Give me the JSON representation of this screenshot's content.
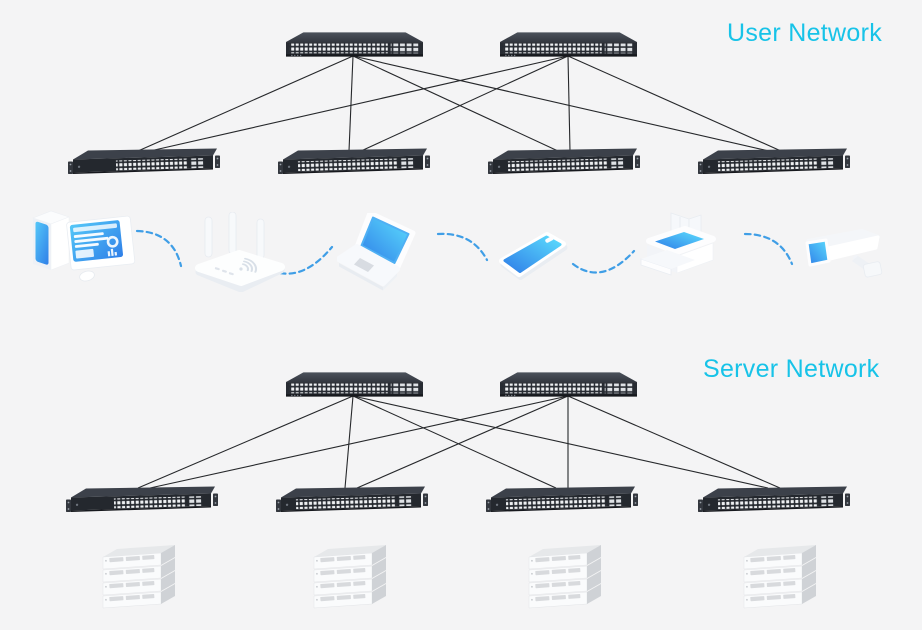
{
  "titles": {
    "user": "User Network",
    "server": "Server Network",
    "color": "#17c3e8"
  },
  "user_network": {
    "spine_switches": [
      "user-spine-switch-1",
      "user-spine-switch-2"
    ],
    "leaf_switches": [
      "user-leaf-switch-1",
      "user-leaf-switch-2",
      "user-leaf-switch-3",
      "user-leaf-switch-4"
    ],
    "topology": "full mesh - each spine switch links to all 4 leaf switches",
    "devices": [
      "desktop-computer",
      "wifi-router",
      "laptop",
      "smartphone",
      "printer",
      "cctv-camera"
    ]
  },
  "server_network": {
    "spine_switches": [
      "server-spine-switch-1",
      "server-spine-switch-2"
    ],
    "leaf_switches": [
      "server-leaf-switch-1",
      "server-leaf-switch-2",
      "server-leaf-switch-3",
      "server-leaf-switch-4"
    ],
    "topology": "full mesh - each spine switch links to all 4 leaf switches",
    "server_stacks": 4,
    "servers_per_stack": 4
  },
  "colors": {
    "background": "#f4f4f5",
    "link_line": "#26282b",
    "wireless_arc": "#3f9ee6",
    "device_accent_gradient_start": "#2f7fe8",
    "device_accent_gradient_end": "#5cdcfd",
    "switch_body": "#24282e",
    "server_body": "#fafbfc"
  }
}
